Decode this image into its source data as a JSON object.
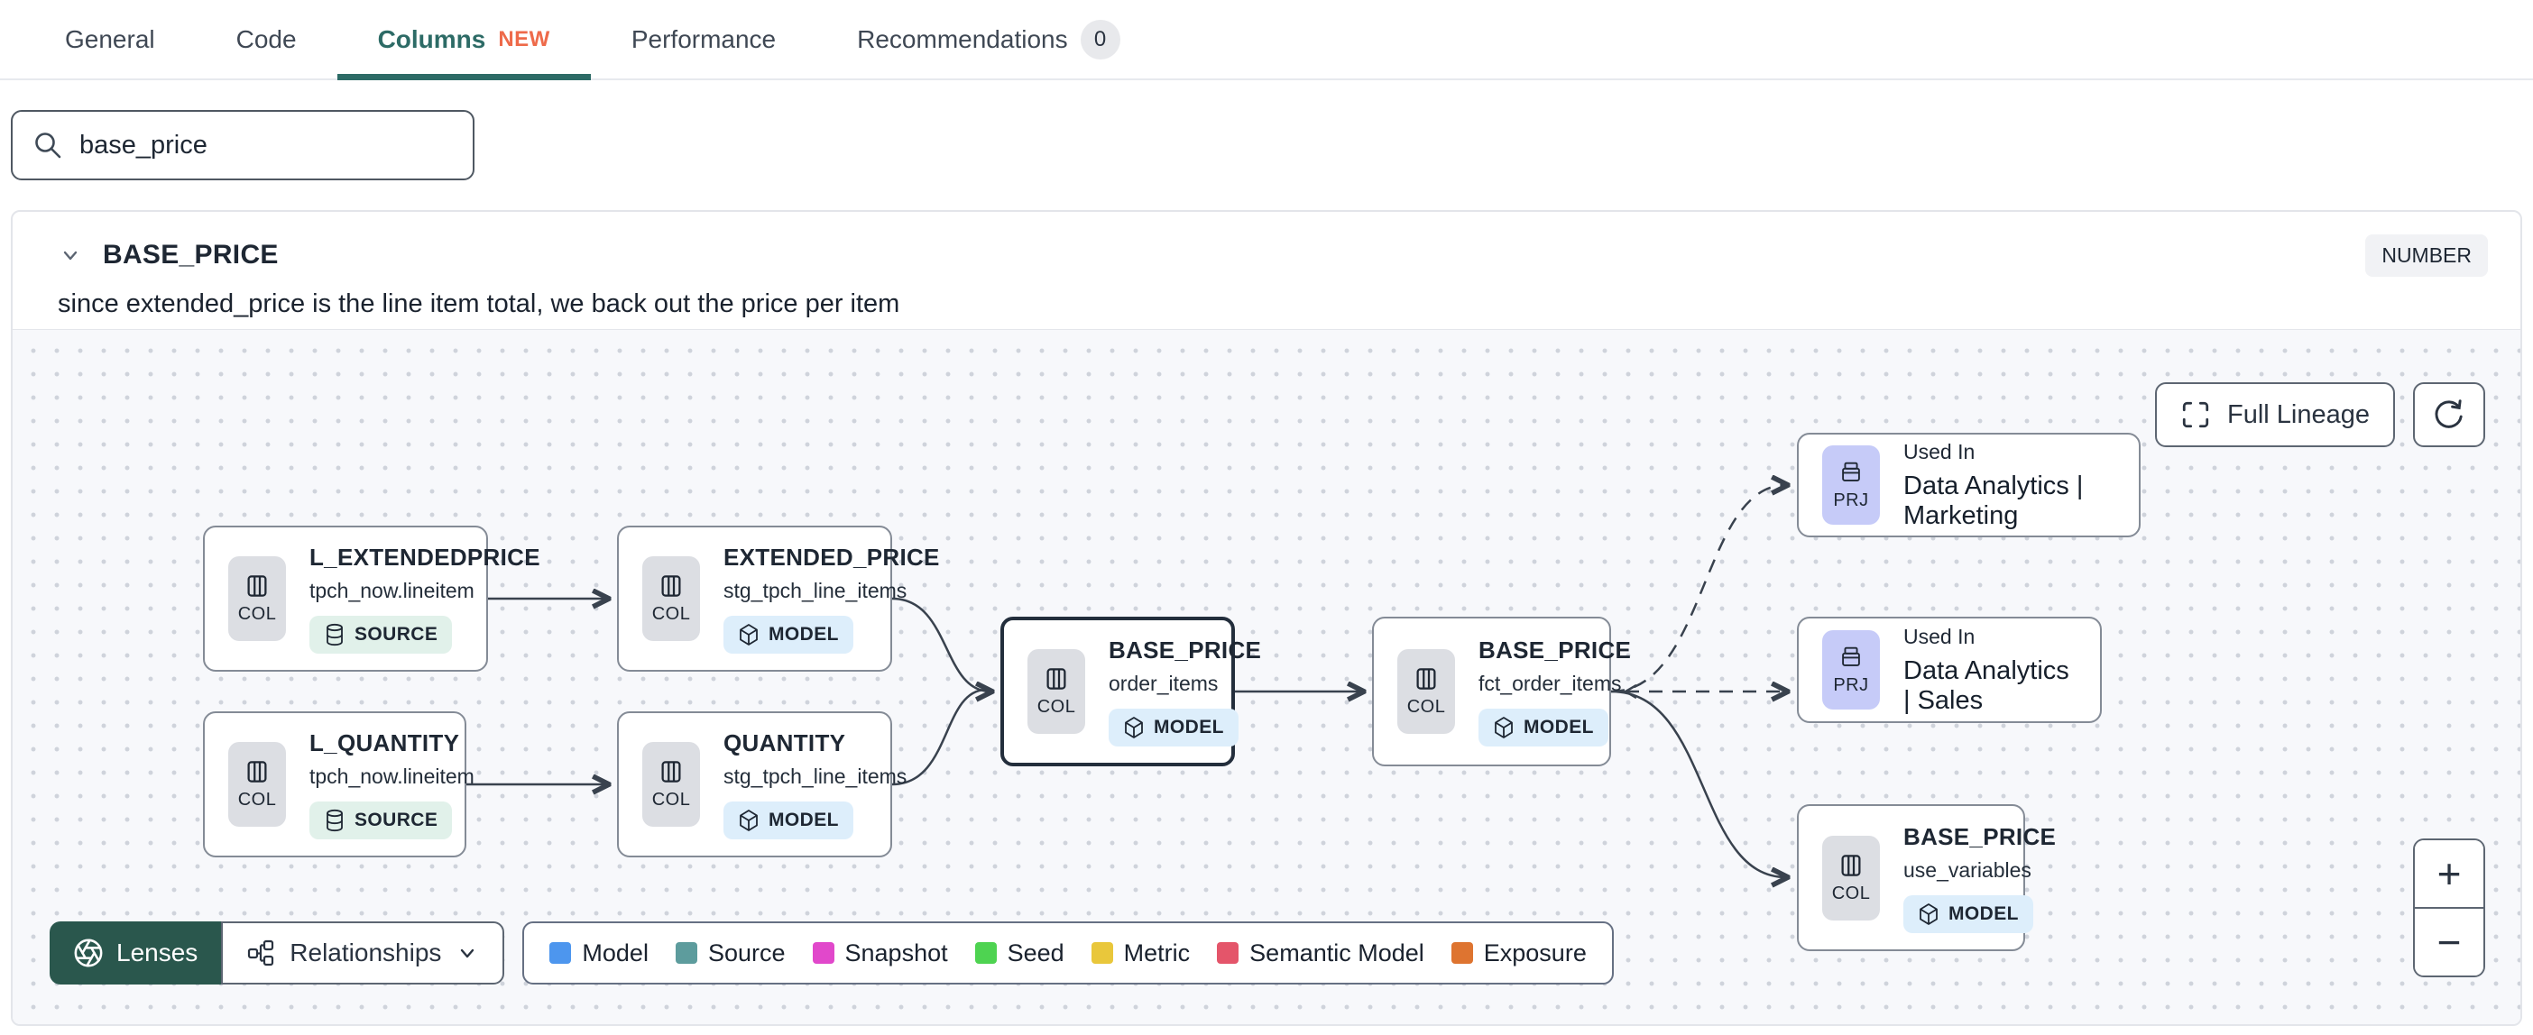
{
  "tabs": {
    "items": [
      {
        "label": "General"
      },
      {
        "label": "Code"
      },
      {
        "label": "Columns",
        "badge": "NEW",
        "active": true
      },
      {
        "label": "Performance"
      },
      {
        "label": "Recommendations",
        "count": "0"
      }
    ]
  },
  "search": {
    "value": "base_price"
  },
  "column_panel": {
    "name": "BASE_PRICE",
    "type_badge": "NUMBER",
    "description": "since extended_price is the line item total, we back out the price per item"
  },
  "lineage": {
    "controls": {
      "full_lineage_label": "Full Lineage",
      "zoom_in": "+",
      "zoom_out": "−"
    },
    "nodes": [
      {
        "title": "L_EXTENDEDPRICE",
        "subtitle": "tpch_now.lineitem",
        "kind": "COL",
        "badge": "SOURCE"
      },
      {
        "title": "EXTENDED_PRICE",
        "subtitle": "stg_tpch_line_items",
        "kind": "COL",
        "badge": "MODEL"
      },
      {
        "title": "L_QUANTITY",
        "subtitle": "tpch_now.lineitem",
        "kind": "COL",
        "badge": "SOURCE"
      },
      {
        "title": "QUANTITY",
        "subtitle": "stg_tpch_line_items",
        "kind": "COL",
        "badge": "MODEL"
      },
      {
        "title": "BASE_PRICE",
        "subtitle": "order_items",
        "kind": "COL",
        "badge": "MODEL",
        "selected": true
      },
      {
        "title": "BASE_PRICE",
        "subtitle": "fct_order_items",
        "kind": "COL",
        "badge": "MODEL"
      },
      {
        "eyebrow": "Used In",
        "title": "Data Analytics | Marketing",
        "kind": "PRJ"
      },
      {
        "eyebrow": "Used In",
        "title": "Data Analytics | Sales",
        "kind": "PRJ"
      },
      {
        "title": "BASE_PRICE",
        "subtitle": "use_variables",
        "kind": "COL",
        "badge": "MODEL"
      }
    ],
    "toolbar": {
      "lenses_label": "Lenses",
      "relationships_label": "Relationships",
      "legend": [
        {
          "label": "Model",
          "color": "#4d96ee"
        },
        {
          "label": "Source",
          "color": "#5d9c9d"
        },
        {
          "label": "Snapshot",
          "color": "#e148cb"
        },
        {
          "label": "Seed",
          "color": "#4ed351"
        },
        {
          "label": "Metric",
          "color": "#e9c73b"
        },
        {
          "label": "Semantic Model",
          "color": "#e4556a"
        },
        {
          "label": "Exposure",
          "color": "#de7430"
        }
      ]
    }
  }
}
